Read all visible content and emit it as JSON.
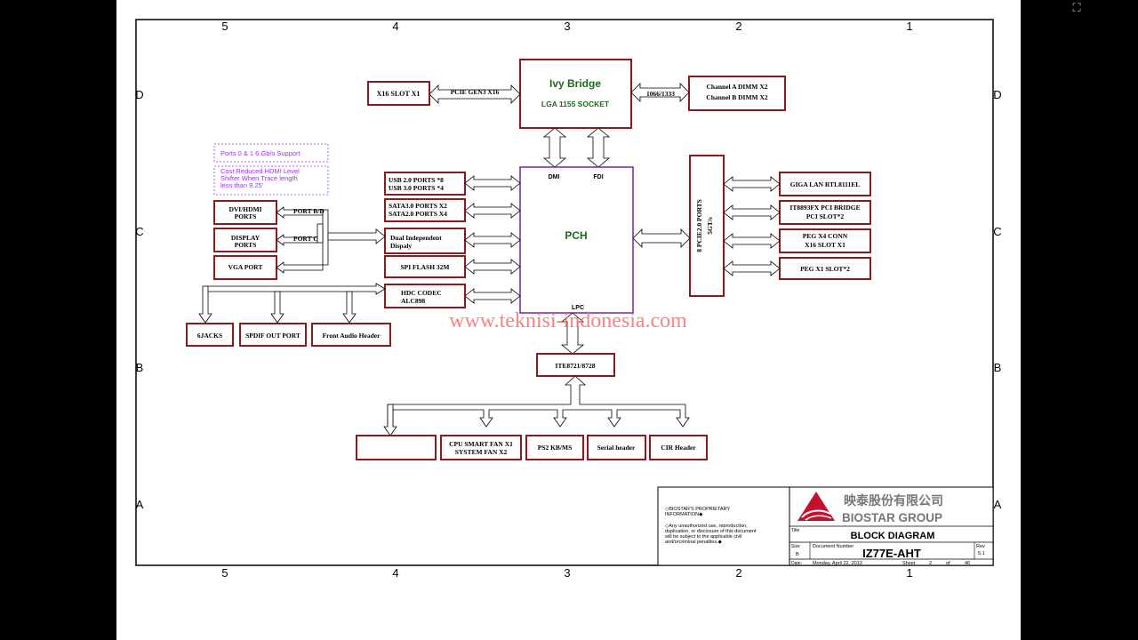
{
  "frame": {
    "top_zones": [
      "5",
      "4",
      "3",
      "2",
      "1"
    ],
    "bottom_zones": [
      "5",
      "4",
      "3",
      "2",
      "1"
    ],
    "left_zones": [
      "D",
      "C",
      "B",
      "A"
    ],
    "right_zones": [
      "D",
      "C",
      "B",
      "A"
    ]
  },
  "cpu": {
    "name": "Ivy Bridge",
    "socket": "LGA 1155 SOCKET"
  },
  "cpu_links": {
    "pcie": "PCIE GEN3 X16",
    "mem": "1066/1333"
  },
  "x16_slot": "X16 SLOT X1",
  "dimm": {
    "line1": "Channel A DIMM X2",
    "line2": "Channel B DIMM X2"
  },
  "pch": {
    "name": "PCH",
    "dmi": "DMI",
    "fdi": "FDI",
    "lpc": "LPC"
  },
  "pcie_ports": {
    "line1": "8 PCIE2.0 PORTS",
    "line2": "5GT/s"
  },
  "right_devices": [
    {
      "line1": "GIGA LAN RTL8111EL",
      "line2": ""
    },
    {
      "line1": "IT8893FX PCI BRIDGE",
      "line2": "PCI SLOT*2"
    },
    {
      "line1": "PEG X4 CONN",
      "line2": "X16 SLOT X1"
    },
    {
      "line1": "PEG X1 SLOT*2",
      "line2": ""
    }
  ],
  "left_devices": [
    {
      "line1": "USB 2.0 PORTS *8",
      "line2": "USB 3.0 PORTS *4"
    },
    {
      "line1": "SATA3.0 PORTS X2",
      "line2": "SATA2.0 PORTS X4"
    },
    {
      "line1": "Dual Independent",
      "line2": "Dispaly"
    },
    {
      "line1": "SPI FLASH 32M",
      "line2": ""
    },
    {
      "line1": "HDC CODEC",
      "line2": "ALC898"
    }
  ],
  "notes": {
    "note1": "Ports 0 & 1 6 Gb/s Support",
    "note2_l1": "Cost Reduced HDMI Level",
    "note2_l2": "Shifter When Trace length",
    "note2_l3": "less than 9.25'"
  },
  "display_ports": [
    {
      "line1": "DVI/HDMI",
      "line2": "PORTS",
      "port": "PORT B/D"
    },
    {
      "line1": "DISPLAY",
      "line2": "PORTS",
      "port": "PORT C"
    },
    {
      "line1": "VGA PORT",
      "line2": "",
      "port": ""
    }
  ],
  "audio_outputs": [
    "6JACKS",
    "SPDIF OUT PORT",
    "Front Audio Header"
  ],
  "watermark": "www.teknisi-indonesia.com",
  "superio": "ITE8721/8728",
  "superio_outputs": [
    {
      "line1": "",
      "line2": ""
    },
    {
      "line1": "CPU SMART FAN X1",
      "line2": "SYSTEM FAN X2"
    },
    {
      "line1": "PS2 KB/MS",
      "line2": ""
    },
    {
      "line1": "Serial header",
      "line2": ""
    },
    {
      "line1": "CIR Header",
      "line2": ""
    }
  ],
  "title_block": {
    "prop_l1": "◇BIOSTAR'S PROPRIETARY",
    "prop_l2": "INFORMATION◆",
    "notice_l1": "◇Any unauthorized use, reproduction,",
    "notice_l2": "duplication, or disclosure of this document",
    "notice_l3": "will be subject to the applicable civil",
    "notice_l4": "and/orcriminal penalties.◆",
    "company_cn": "映泰股份有限公司",
    "company_en": "BIOSTAR GROUP",
    "title_label": "Title",
    "title": "BLOCK DIAGRAM",
    "size_label": "Size",
    "size": "B",
    "docnum_label": "Document Number",
    "docnum": "IZ77E-AHT",
    "rev_label": "Rev",
    "rev": "5.1",
    "date_label": "Date:",
    "date": "Monday, April 22, 2013",
    "sheet_label": "Sheet",
    "sheet": "2",
    "of_label": "of",
    "of": "46"
  },
  "colors": {
    "box": "#8b1a1a",
    "cpu_text": "#1a6b1a",
    "pch_border": "#7a1fa2",
    "note": "#9b30ff",
    "watermark": "#ff6b6b"
  },
  "icons": {
    "expand": "expand-icon"
  }
}
